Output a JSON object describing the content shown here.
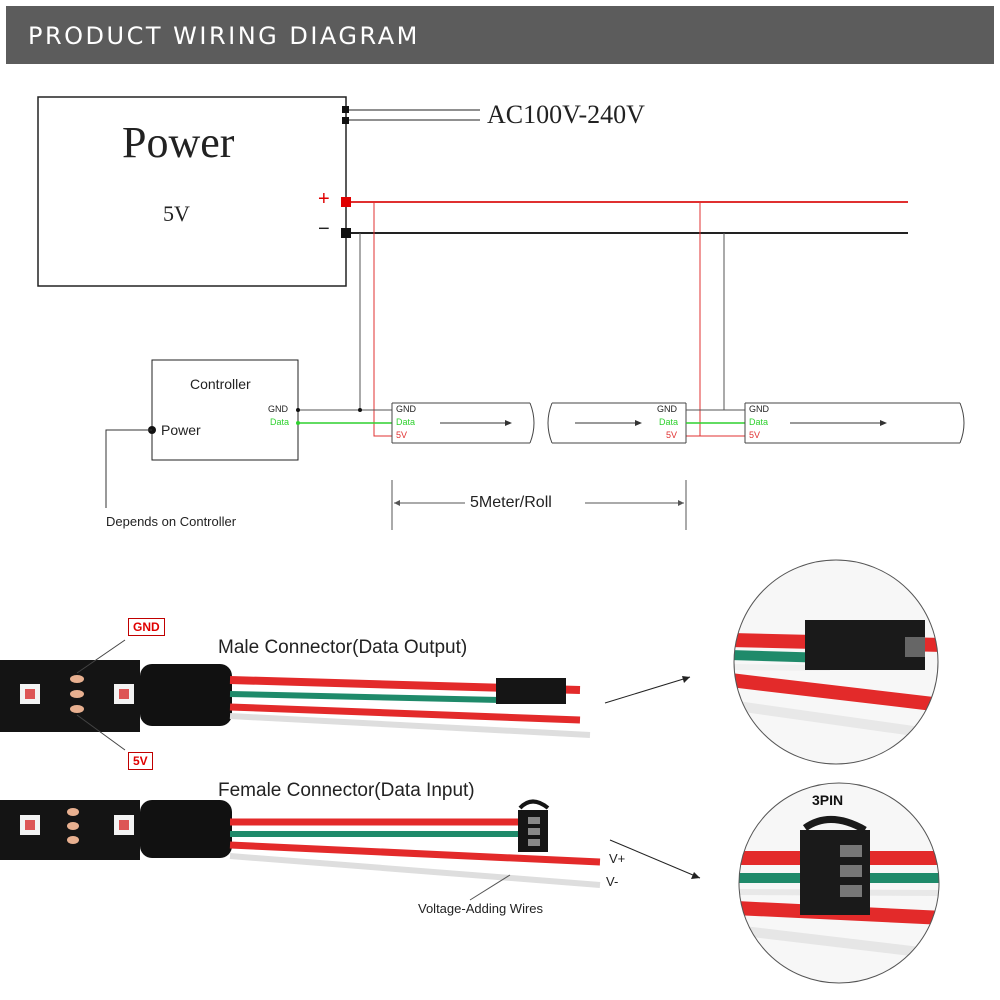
{
  "header": {
    "title": "PRODUCT WIRING DIAGRAM"
  },
  "power_supply": {
    "title": "Power",
    "voltage": "5V",
    "input": "AC100V-240V",
    "plus": "+",
    "minus": "−"
  },
  "controller": {
    "title": "Controller",
    "power_label": "Power",
    "gnd": "GND",
    "data": "Data",
    "note": "Depends on Controller"
  },
  "strip_segments": [
    {
      "gnd": "GND",
      "data": "Data",
      "v5": "5V"
    },
    {
      "gnd": "GND",
      "data": "Data",
      "v5": "5V"
    },
    {
      "gnd": "GND",
      "data": "Data",
      "v5": "5V"
    }
  ],
  "roll_length": "5Meter/Roll",
  "connectors": {
    "gnd_badge": "GND",
    "v5_badge": "5V",
    "male_label": "Male Connector(Data Output)",
    "female_label": "Female Connector(Data Input)",
    "vplus": "V+",
    "vminus": "V-",
    "voltage_wires": "Voltage-Adding Wires",
    "pin_label": "3PIN"
  },
  "colors": {
    "header_bg": "#5c5c5c",
    "positive_wire": "#e03030",
    "negative_wire": "#222222",
    "data_wire": "#2fd12f",
    "badge_red": "#e00000"
  }
}
